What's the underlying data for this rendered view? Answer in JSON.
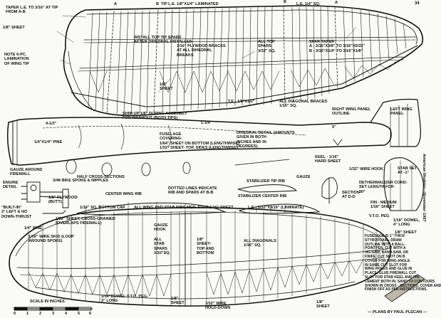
{
  "page_number": "34",
  "side_caption": "American Modeler—November 1957",
  "credit": "— PLANS BY PAUL PLECAN —",
  "scale": {
    "title": "SCALE IN INCHES",
    "ticks": [
      "0",
      "1",
      "2",
      "3",
      "4",
      "5",
      "6"
    ]
  },
  "section_letters": {
    "a": "A",
    "b": "B",
    "b2": "B",
    "a2": "A"
  },
  "labels": {
    "tip_le": "TIP L.E. 1/8\"X1/4\" LAMINATED",
    "le_sq": "L.E. 1/4\" SQ.",
    "taper_le": "TAPER L.E. TO 3/16\" AT TIP\nFROM A-B",
    "sheet_tl": "1/8\" SHEET",
    "note6": "NOTE 6-PC.\nLAMINATION\nOF WING TIP",
    "install_tip": "INSTALL TOP TIP SPARS\nAFTER DIHEDRAL INSTALLED",
    "plywood_braces": "1/16\" PLYWOOD BRACES\nAT ALL DIHEDRAL\nBREAKS",
    "all_top_spars": "ALL TOP\nSPARS\n3/32\" SQ.",
    "spar_taper": "SPAR TAPER:\nA - 3/16\"X3/8\" TO 3/16\"X5/32\"\nB - 3/16\"X1/4\" TO 3/16\"X1/8\"",
    "sheet_mid": "1/8\"\nSHEET",
    "te": "T.E.- 1/8\"X1/2\"",
    "diag_braces": "ALL DIAGONAL BRACES\n1/16\" SQ.",
    "right_wing": "RIGHT WING PANEL\nOUTLINE",
    "left_wing": "LEFT WING\nPANEL",
    "shim": "SHIM UP 1/8\" DURING ASSEMBLY\nFOR WASHOUT (BOTH TIPS)",
    "dim_45": "4-1/2\"",
    "dim_114": "1-1/4\"",
    "dim_5": "5\"",
    "pine": "1/4\"X1/4\" PINE",
    "fuselage_cov": "FUSELAGE\nCOVERING:\n1/64\" SHEET ON BOTTOM (LENGTHWISE)\n1/32\" SHEET- TOP, SIDES (LENGTHWISE)",
    "dihedral": "DIHEDRAL DETAIL (AMOUNTS\nGIVEN IN BOTH\nINCHES AND IN\nDEGREES).",
    "gauze_fw": "GAUZE AROUND\nFIREWALL",
    "half_cross": "HALF CROSS-SECTIONS",
    "keel": "KEEL - 1/16\"\nHARD SHEET",
    "wire_hook": "1/32\" WIRE HOOK",
    "stab_set": "STAB SET\nAT -1°",
    "gauze": "GAUZE",
    "dethermalizer": "DETHERMALIZER CORD-\nSET LENGTH FOR\n30°",
    "fin": "FIN - MEDIUM\n1/16\" SHEET",
    "section_dd": "SECTION\nAT D-D",
    "vto_peg": "V.T.O. PEG",
    "dowel": "1/16\" DOWEL,\n4\" LONG",
    "sheet_r": "1/8\" SHEET",
    "engine": "ENGINE\nDETAIL",
    "bike_spoke": "3/48 BIKE SPOKE & NIPPLES",
    "plywood_butt": "1/8\" PLYWOOD-\n(BUTT)",
    "built_in": "\"BUILT-IN\"\n2° LEFT & NO\nDOWN-THRUST",
    "center_rib": "CENTER WING RIB",
    "dotted": "DOTTED LINES INDICATE\nRIB AND SPARS AT B-B",
    "stab_tip_rib": "STABILIZER TIP RIB",
    "stab_center_rib": "STABILIZER CENTER RIB",
    "bottom_cap": "1/16\" SQ. BOTTOM CAP",
    "all_wing_ribs": "ALL WING AND STAB RIBS MED. SOFT 1/16\" SHEET",
    "le_stab": "L.E - 3/32\"X3/16\" (LAMINATE)",
    "sheet_cross": "1/32\" SHEET, CROSS-GRAINED\n(OVERLAPS FIREWALL)",
    "pine_14": "1/4\" PINE",
    "wire_skid": "1/16\" WIRE SKID (LOOP\nAROUND SPOKE)",
    "gauze_hook": "GAUZE\nHOOK",
    "all_stab_spars": "ALL\nSTAB\nSPARS\n3/32\"SQ.",
    "sheet_tb": "1/8\"\nSHEET-\nTOP AND\nBOTTOM",
    "all_diag": "ALL DIAGONALS\n1/16\" SQ.",
    "fuselage_note": "FUSELAGE IS 1\" THICK\nSTYROFOAM - DRAW\nOUTLINE WITH A BALL-\nPOINTPEN, CUT WITH A\nJIG-SAW, BAND-SAW, OR\nKNIFE. CUT SLOT ON B\nCOVER FOR WING ANGLE\nIN SAME CUT SLOT FOR\nWING HOLDS AND GLUE IN\nPLACE. GLUE FIREWALL CUT\nSLOT FOR STAB KEEL AND FIN,\nCEMENT BOTH IN. SAND TO CONTOURS\nSHOWN IN CROSS - SECTIONS, COVER AND\nFINISH OFF AS PER INSTRUCTIONS.",
    "dowel_vto": "1/16\"DOWEL V.T.O. PEG-\n3\" LONG",
    "sheet_b": "1/8\"\nSHEET",
    "wire_hold": "1/32\" WIRE\nHOLD-DOWN",
    "sheet_br": "1/8\"\nSHEET"
  }
}
